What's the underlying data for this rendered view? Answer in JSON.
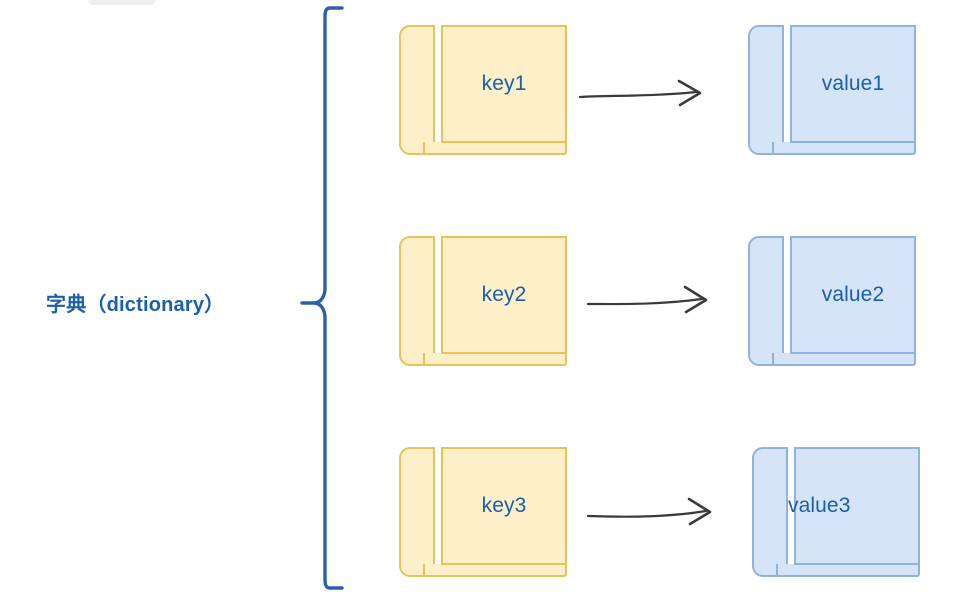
{
  "diagram": {
    "title_label": "字典（dictionary）",
    "colors": {
      "key_fill": "#FDEFC8",
      "key_border": "#E8C35C",
      "value_fill": "#D6E4F7",
      "value_border": "#8FB3DE",
      "text_blue": "#1A5FAD",
      "brace_blue": "#2B5FA8",
      "arrow_dark": "#3A3A3A",
      "background": "#FFFFFF"
    },
    "brace": {
      "name": "dictionary-brace",
      "orientation": "left-curly"
    },
    "rows": [
      {
        "key": "key1",
        "value": "value1",
        "arrow": "maps-to"
      },
      {
        "key": "key2",
        "value": "value2",
        "arrow": "maps-to"
      },
      {
        "key": "key3",
        "value": "value3",
        "arrow": "maps-to"
      }
    ]
  }
}
